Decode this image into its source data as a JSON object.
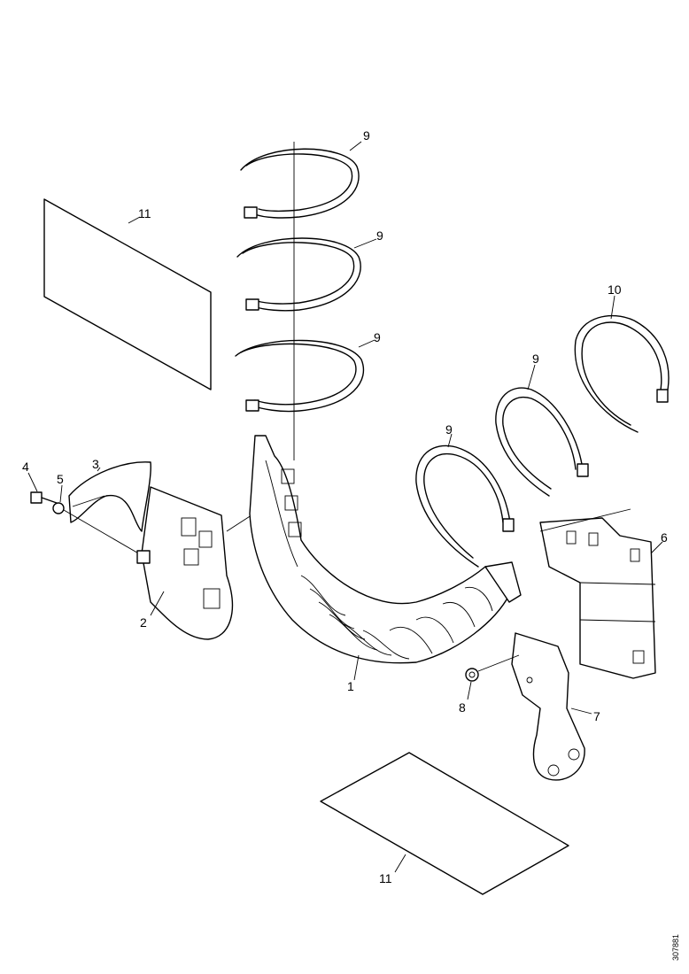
{
  "callouts": {
    "c1": "1",
    "c2": "2",
    "c3": "3",
    "c4": "4",
    "c5": "5",
    "c6": "6",
    "c7": "7",
    "c8": "8",
    "c9a": "9",
    "c9b": "9",
    "c9c": "9",
    "c9d": "9",
    "c9e": "9",
    "c10": "10",
    "c11a": "11",
    "c11b": "11"
  },
  "figure_id": "307881"
}
